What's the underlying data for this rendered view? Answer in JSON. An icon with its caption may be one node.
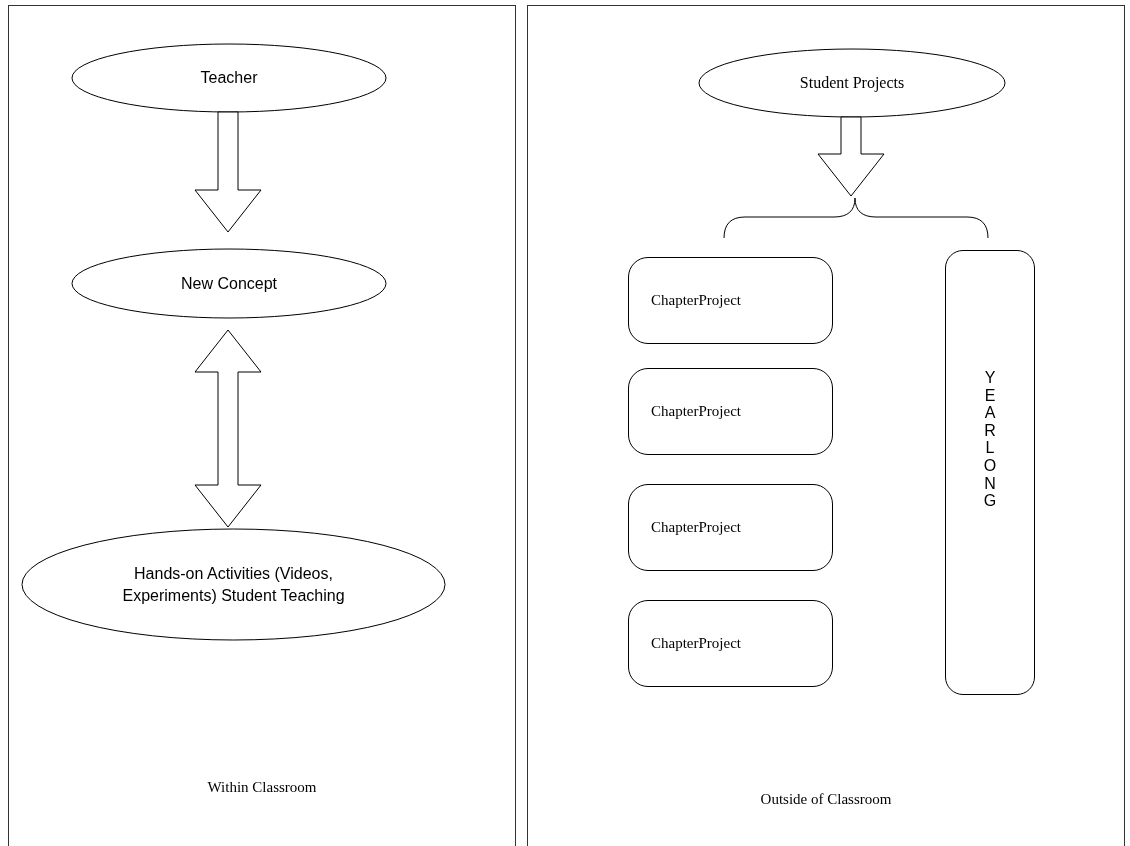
{
  "diagram": {
    "nodes": [
      {
        "text": [
          "Within Classroom"
        ]
      },
      {
        "text": [
          "Teacher"
        ],
        "in": 0
      },
      {
        "text": [
          "New Concept"
        ],
        "in": 0
      },
      {
        "text": [
          "Hands-on Activities (Videos, Experiments) Student Teaching"
        ],
        "in": 0
      },
      {
        "text": [
          "Outside of Classroom"
        ]
      },
      {
        "text": [
          "Student Projects"
        ],
        "in": 4
      },
      {
        "text": [
          "ChapterProject"
        ],
        "in": 4
      },
      {
        "text": [
          "ChapterProject"
        ],
        "in": 4
      },
      {
        "text": [
          "ChapterProject"
        ],
        "in": 4
      },
      {
        "text": [
          "ChapterProject"
        ],
        "in": 4
      },
      {
        "text": [
          "YEARLONG"
        ],
        "in": 4
      }
    ],
    "edges": [
      {
        "from": 1,
        "to": 2,
        "arrow": "to"
      },
      {
        "from": 2,
        "to": 3,
        "arrow": "both"
      },
      {
        "from": 5,
        "to": null,
        "arrow": "to"
      }
    ]
  }
}
